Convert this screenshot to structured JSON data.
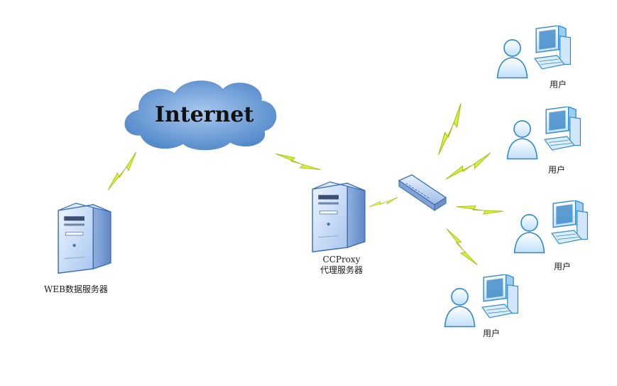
{
  "cloud": {
    "label": "Internet"
  },
  "web_server": {
    "label": "WEB数据服务器"
  },
  "proxy_server": {
    "label_line1": "CCProxy",
    "label_line2": "代理服务器"
  },
  "users": [
    {
      "label": "用户"
    },
    {
      "label": "用户"
    },
    {
      "label": "用户"
    },
    {
      "label": "用户"
    }
  ],
  "colors": {
    "server_front": "#c9dcf7",
    "server_side": "#9fbde9",
    "server_outline": "#3d6fb0",
    "cloud_fill": "#6f9ed8",
    "lightning": "#d4f032",
    "user_fill": "#d7ebff",
    "user_outline": "#2f86c8"
  }
}
